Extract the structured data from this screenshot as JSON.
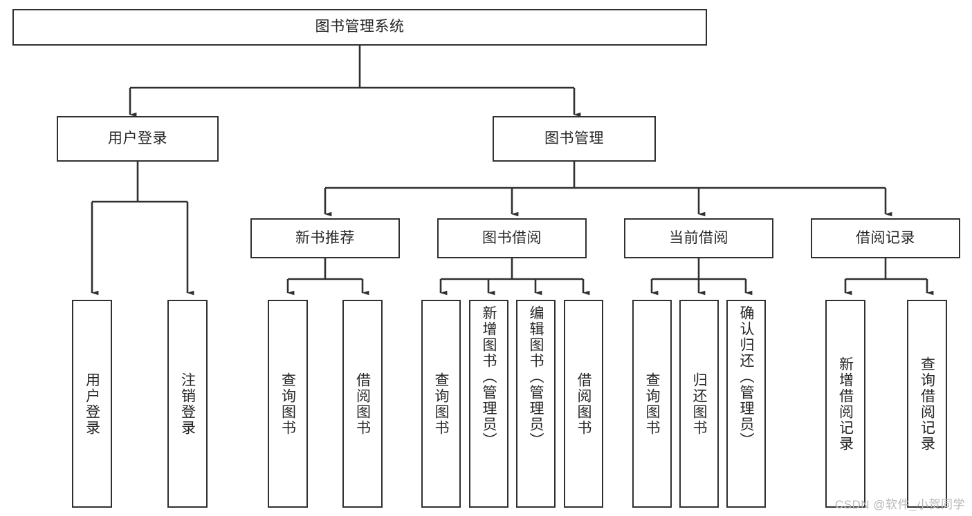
{
  "diagram": {
    "type": "tree-hierarchy-chart",
    "title": "图书管理系统",
    "colors": {
      "stroke": "#30302f",
      "fill": "#ffffff",
      "text": "#262626",
      "watermark": "#b9b9b9"
    },
    "nodes": {
      "root": {
        "label": "图书管理系统"
      },
      "level2": [
        {
          "id": "user-login",
          "label": "用户登录"
        },
        {
          "id": "book-management",
          "label": "图书管理"
        }
      ],
      "level3": [
        {
          "id": "new-book-recommend",
          "label": "新书推荐"
        },
        {
          "id": "book-borrow",
          "label": "图书借阅"
        },
        {
          "id": "current-borrow",
          "label": "当前借阅"
        },
        {
          "id": "borrow-record",
          "label": "借阅记录"
        }
      ],
      "leaves": [
        {
          "id": "leaf-user-login",
          "label": "用户登录",
          "parent": "user-login"
        },
        {
          "id": "leaf-logout",
          "label": "注销登录",
          "parent": "user-login"
        },
        {
          "id": "leaf-query-book-1",
          "label": "查询图书",
          "parent": "new-book-recommend"
        },
        {
          "id": "leaf-borrow-book-1",
          "label": "借阅图书",
          "parent": "new-book-recommend"
        },
        {
          "id": "leaf-query-book-2",
          "label": "查询图书",
          "parent": "book-borrow"
        },
        {
          "id": "leaf-add-book",
          "label": "新增图书（管理员）",
          "parent": "book-borrow"
        },
        {
          "id": "leaf-edit-book",
          "label": "编辑图书（管理员）",
          "parent": "book-borrow"
        },
        {
          "id": "leaf-borrow-book-2",
          "label": "借阅图书",
          "parent": "book-borrow"
        },
        {
          "id": "leaf-query-book-3",
          "label": "查询图书",
          "parent": "current-borrow"
        },
        {
          "id": "leaf-return-book",
          "label": "归还图书",
          "parent": "current-borrow"
        },
        {
          "id": "leaf-confirm-return",
          "label": "确认归还（管理员）",
          "parent": "current-borrow"
        },
        {
          "id": "leaf-add-record",
          "label": "新增借阅记录",
          "parent": "borrow-record"
        },
        {
          "id": "leaf-query-record",
          "label": "查询借阅记录",
          "parent": "borrow-record"
        }
      ]
    },
    "watermark": "CSDN @软件_小贺同学"
  }
}
